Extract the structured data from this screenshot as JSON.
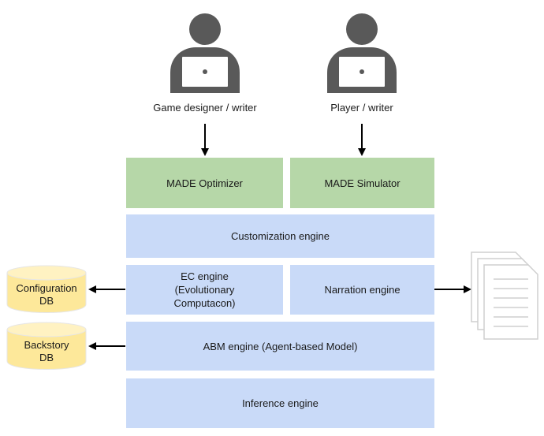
{
  "actors": [
    {
      "name": "Game designer / writer",
      "icon": "person-with-laptop-icon"
    },
    {
      "name": "Player / writer",
      "icon": "person-with-laptop-icon"
    }
  ],
  "layers": {
    "optimizer": "MADE Optimizer",
    "simulator": "MADE Simulator",
    "customization": "Customization engine",
    "ec": "EC engine (Evolutionary Computacon)",
    "narration": "Narration engine",
    "abm": "ABM engine (Agent-based Model)",
    "inference": "Inference engine"
  },
  "databases": {
    "config": "Configuration DB",
    "backstory": "Backstory DB"
  },
  "output": {
    "icon": "documents-stack-icon"
  },
  "colors": {
    "green": "#b6d7a8",
    "blue": "#c9daf8",
    "db_fill": "#fde89a",
    "db_top": "#fff2c2",
    "person": "#595959"
  }
}
